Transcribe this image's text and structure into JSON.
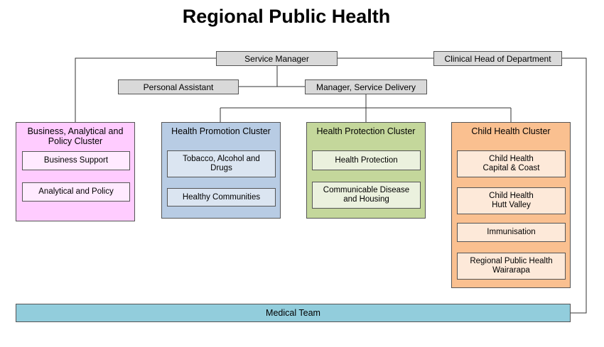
{
  "title": "Regional Public Health",
  "top_roles": {
    "service_manager": "Service Manager",
    "clinical_head": "Clinical Head of Department",
    "personal_assistant": "Personal Assistant",
    "manager_service_delivery": "Manager, Service Delivery"
  },
  "clusters": [
    {
      "title": "Business, Analytical and Policy Cluster",
      "units": [
        "Business Support",
        "Analytical and Policy"
      ]
    },
    {
      "title": "Health Promotion Cluster",
      "units": [
        "Tobacco, Alcohol and Drugs",
        "Healthy Communities"
      ]
    },
    {
      "title": "Health Protection Cluster",
      "units": [
        "Health Protection",
        "Communicable Disease\nand Housing"
      ]
    },
    {
      "title": "Child Health Cluster",
      "units": [
        "Child Health\nCapital & Coast",
        "Child Health\nHutt Valley",
        "Immunisation",
        "Regional Public Health\nWairarapa"
      ]
    }
  ],
  "medical_team": "Medical Team",
  "colors": {
    "role_box": "#d9d9d9",
    "business_cluster": "#ffccff",
    "promotion_cluster": "#b8cce4",
    "protection_cluster": "#c4d79b",
    "child_health_cluster": "#fac090",
    "medical_team": "#92cddc"
  }
}
